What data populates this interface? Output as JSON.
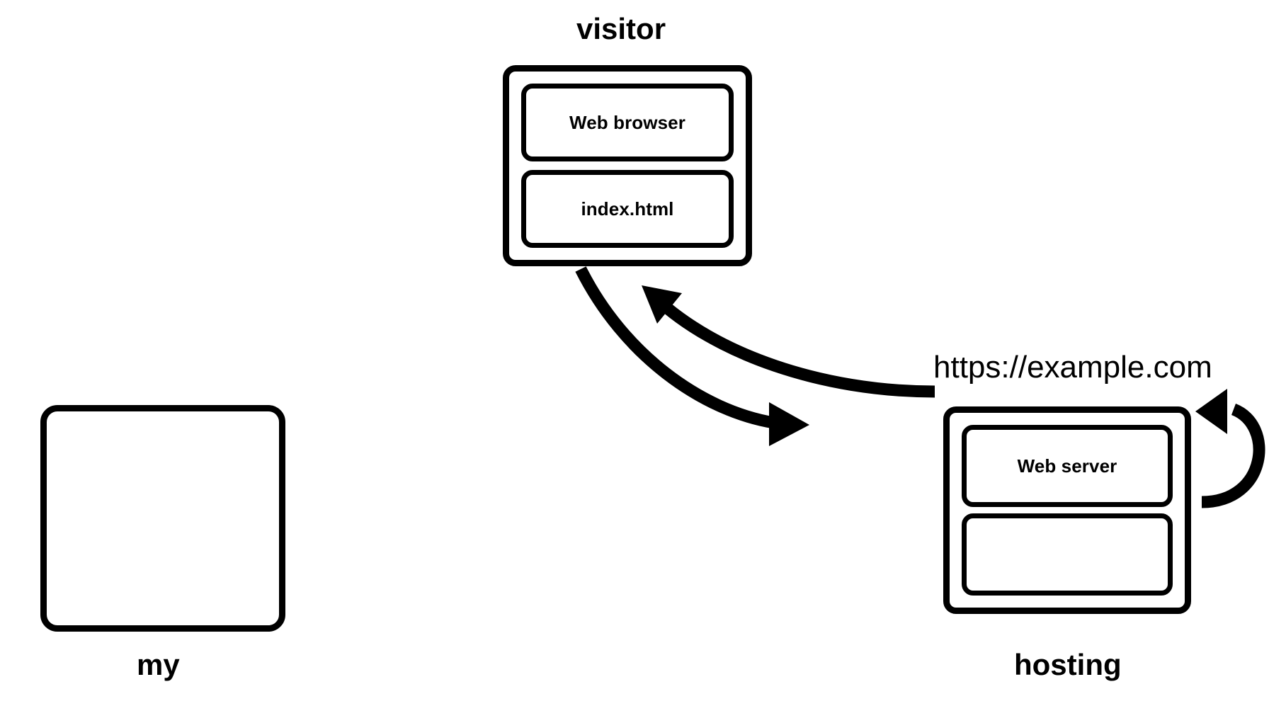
{
  "diagram": {
    "title_visible": false,
    "background": "#ffffff",
    "stroke_color": "#000000",
    "nodes": {
      "my": {
        "caption": "my",
        "contents": []
      },
      "visitor": {
        "caption": "visitor",
        "contents": [
          {
            "label": "Web browser"
          },
          {
            "label": "index.html"
          }
        ]
      },
      "hosting": {
        "caption": "hosting",
        "url_label": "https://example.com",
        "contents": [
          {
            "label": "Web server"
          },
          {
            "label": ""
          }
        ]
      }
    },
    "arrows": [
      {
        "name": "request-arrow",
        "from": "visitor",
        "to": "hosting",
        "direction": "down-right",
        "label": ""
      },
      {
        "name": "response-arrow",
        "from": "hosting",
        "to": "visitor",
        "direction": "up-left",
        "label": ""
      },
      {
        "name": "self-loop-arrow",
        "from": "hosting",
        "to": "hosting",
        "direction": "loop-right",
        "label": ""
      }
    ]
  }
}
